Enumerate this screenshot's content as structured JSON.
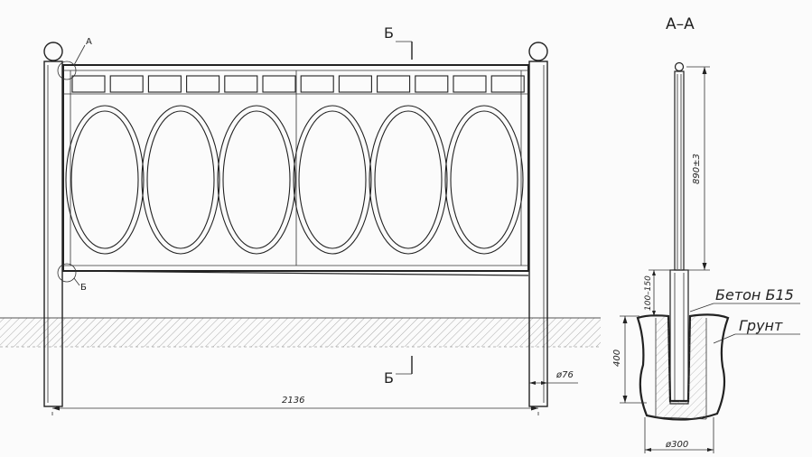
{
  "drawing": {
    "section_title": "А–А",
    "section_mark_top": "Б",
    "section_mark_bottom": "Б",
    "callout_a": "А",
    "callout_b": "Б",
    "dim_width": "2136",
    "dim_post_diameter": "ø76",
    "dim_height": "890±3",
    "dim_gap": "100–150",
    "dim_depth": "400",
    "dim_pit_diameter": "ø300",
    "label_concrete": "Бетон Б15",
    "label_soil": "Грунт"
  }
}
